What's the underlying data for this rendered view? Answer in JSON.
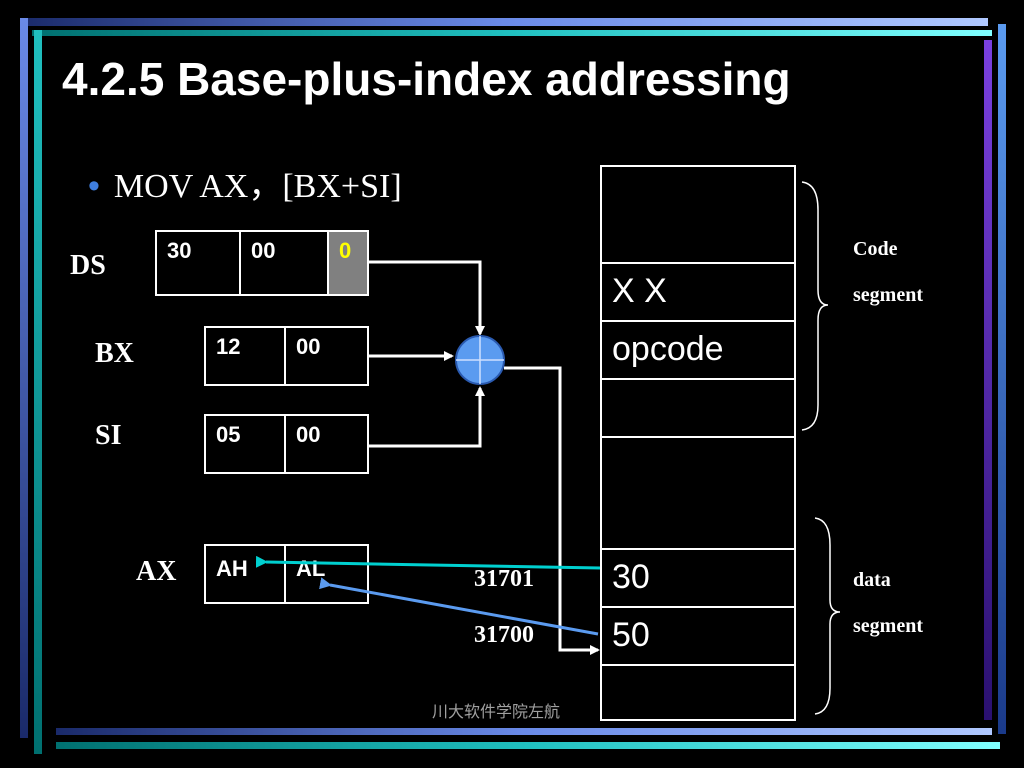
{
  "title": "4.2.5 Base-plus-index addressing",
  "bullet": "MOV  AX，[BX+SI]",
  "registers": {
    "ds": {
      "label": "DS",
      "cells": [
        "30",
        "00",
        "0"
      ]
    },
    "bx": {
      "label": "BX",
      "cells": [
        "12",
        "00"
      ]
    },
    "si": {
      "label": "SI",
      "cells": [
        "05",
        "00"
      ]
    },
    "ax": {
      "label": "AX",
      "cells": [
        "AH",
        "AL"
      ]
    }
  },
  "memory": {
    "rows": [
      "X  X",
      "opcode",
      "30",
      "50"
    ],
    "addresses": [
      "31701",
      "31700"
    ]
  },
  "segments": {
    "code": [
      "Code",
      "segment"
    ],
    "data": [
      "data",
      "segment"
    ]
  },
  "footer": "川大软件学院左航",
  "colors": {
    "accent": "#5b9bf0",
    "teal": "#00d0d0",
    "highlight": "#808080",
    "highlight_text": "#ffff00"
  },
  "icons": {
    "adder": "adder-circle-icon"
  }
}
